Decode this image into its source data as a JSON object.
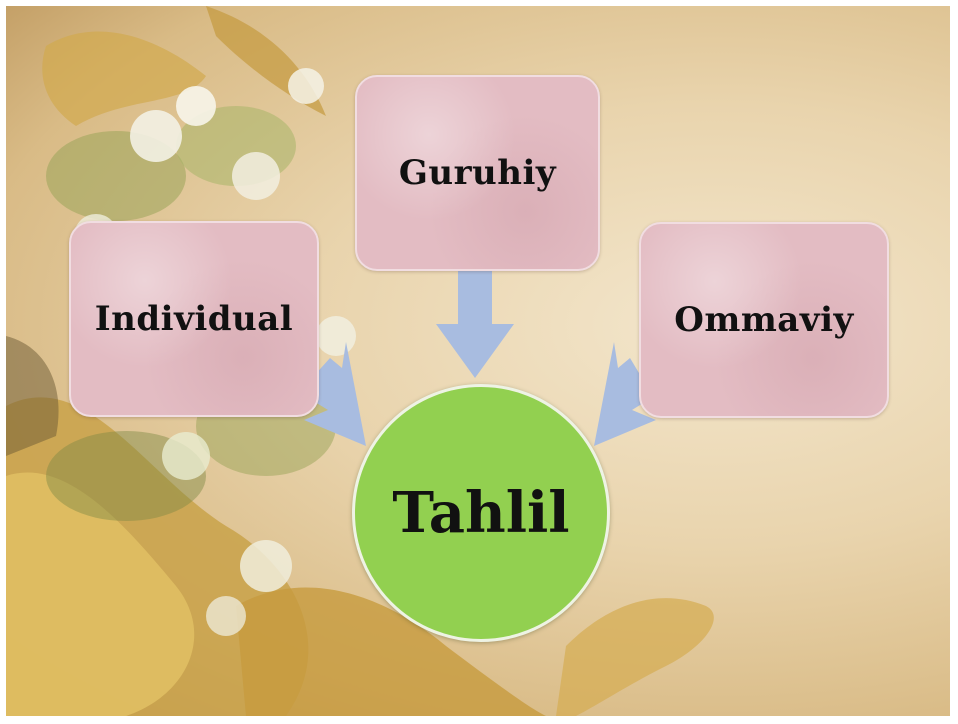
{
  "diagram": {
    "center": {
      "label": "Tahlil",
      "color": "#92d050"
    },
    "nodes": [
      {
        "id": "guruhiy",
        "label": "Guruhiy"
      },
      {
        "id": "individual",
        "label": "Individual"
      },
      {
        "id": "ommaviy",
        "label": "Ommaviy"
      }
    ],
    "node_color": "#e3bcc3",
    "arrow_color": "#a8bce0"
  }
}
